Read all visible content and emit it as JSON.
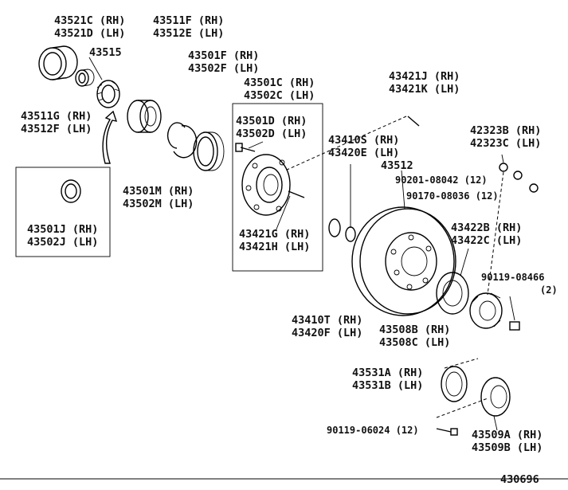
{
  "diagram_id": "430696",
  "labels": {
    "p43521c": "43521C (RH)",
    "p43521d": "43521D (LH)",
    "p43515": "43515",
    "p43511g": "43511G (RH)",
    "p43512f": "43512F (LH)",
    "p43511f": "43511F (RH)",
    "p43512e": "43512E (LH)",
    "p43501f": "43501F (RH)",
    "p43502f": "43502F (LH)",
    "p43501c": "43501C (RH)",
    "p43502c": "43502C (LH)",
    "p43501d": "43501D (RH)",
    "p43502d": "43502D (LH)",
    "p43421j": "43421J (RH)",
    "p43421k": "43421K (LH)",
    "p42323b": "42323B (RH)",
    "p42323c": "42323C (LH)",
    "p43410s": "43410S (RH)",
    "p43420e": "43420E (LH)",
    "p43512": "43512",
    "p90201": "90201-08042 (12)",
    "p90170": "90170-08036 (12)",
    "p43501m": "43501M (RH)",
    "p43502m": "43502M (LH)",
    "p43501j": "43501J (RH)",
    "p43502j": "43502J (LH)",
    "p43421g": "43421G (RH)",
    "p43421h": "43421H (LH)",
    "p43422b": "43422B (RH)",
    "p43422c": "43422C (LH)",
    "p90119a": "90119-08466",
    "p90119a_qty": "(2)",
    "p43410t": "43410T (RH)",
    "p43420f": "43420F (LH)",
    "p43508b": "43508B (RH)",
    "p43508c": "43508C (LH)",
    "p43531a": "43531A (RH)",
    "p43531b": "43531B (LH)",
    "p90119b": "90119-06024 (12)",
    "p43509a": "43509A (RH)",
    "p43509b": "43509B (LH)"
  }
}
